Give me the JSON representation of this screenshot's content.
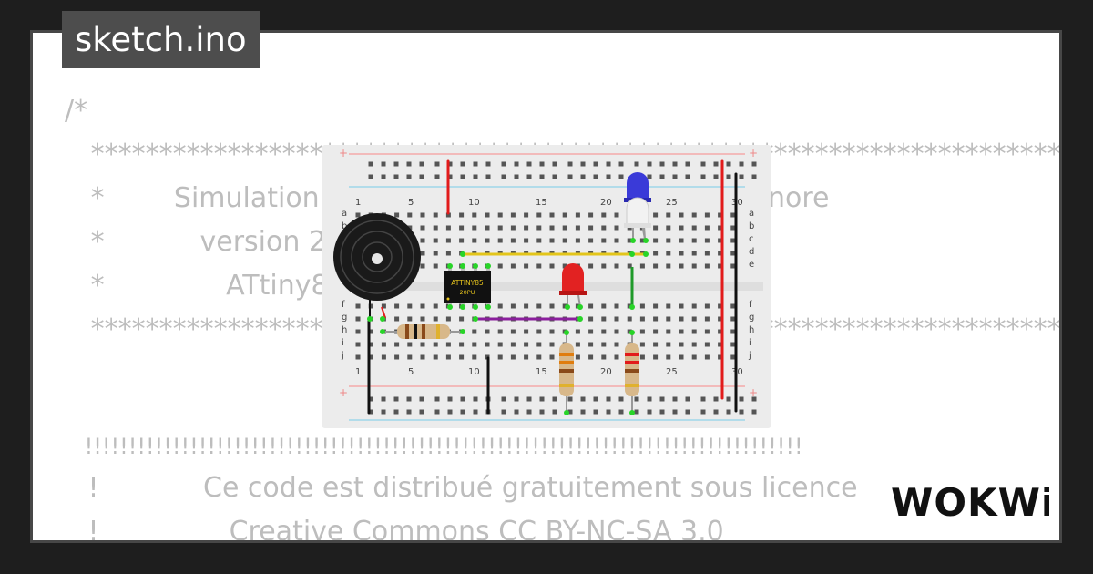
{
  "window": {
    "title": "sketch.ino"
  },
  "code_lines": [
    "/*",
    "   ***************************************************************************",
    "   *        Simulation d'un séquenceur lumineux et sonore",
    "   *           version 2",
    "   *              ATtiny85",
    "   ***************************************************************************",
    "",
    " !!!!!!!!!!!!!!!!!!!!!!!!!!!!!!!!!!!!!!!!!!!!!!!!!!!!!!!!!!!!!!!!!!!!!!!!!!!!!!!!!!",
    " !            Ce code est distribué gratuitement sous licence",
    " !               Creative Commons CC BY-NC-SA 3.0"
  ],
  "breadboard": {
    "column_labels": [
      "1",
      "5",
      "10",
      "15",
      "20",
      "25",
      "30"
    ],
    "row_labels_top": [
      "a",
      "b",
      "c",
      "d",
      "e"
    ],
    "row_labels_bottom": [
      "f",
      "g",
      "h",
      "i",
      "j"
    ],
    "chip_label_line1": "ATTINY85",
    "chip_label_line2": "20PU"
  },
  "brand": {
    "logo_text": "WOKWi"
  },
  "colors": {
    "background": "#1e1e1e",
    "card_border": "#474747",
    "title_tab": "#4d4d4d",
    "code_text": "#bdbdbd",
    "breadboard": "#ececec",
    "rail_red": "#f4a9a9",
    "rail_blue": "#9fd6e9"
  },
  "icons": [
    "buzzer-icon",
    "chip-icon",
    "led-icon",
    "resistor-icon",
    "wokwi-logo-icon"
  ]
}
